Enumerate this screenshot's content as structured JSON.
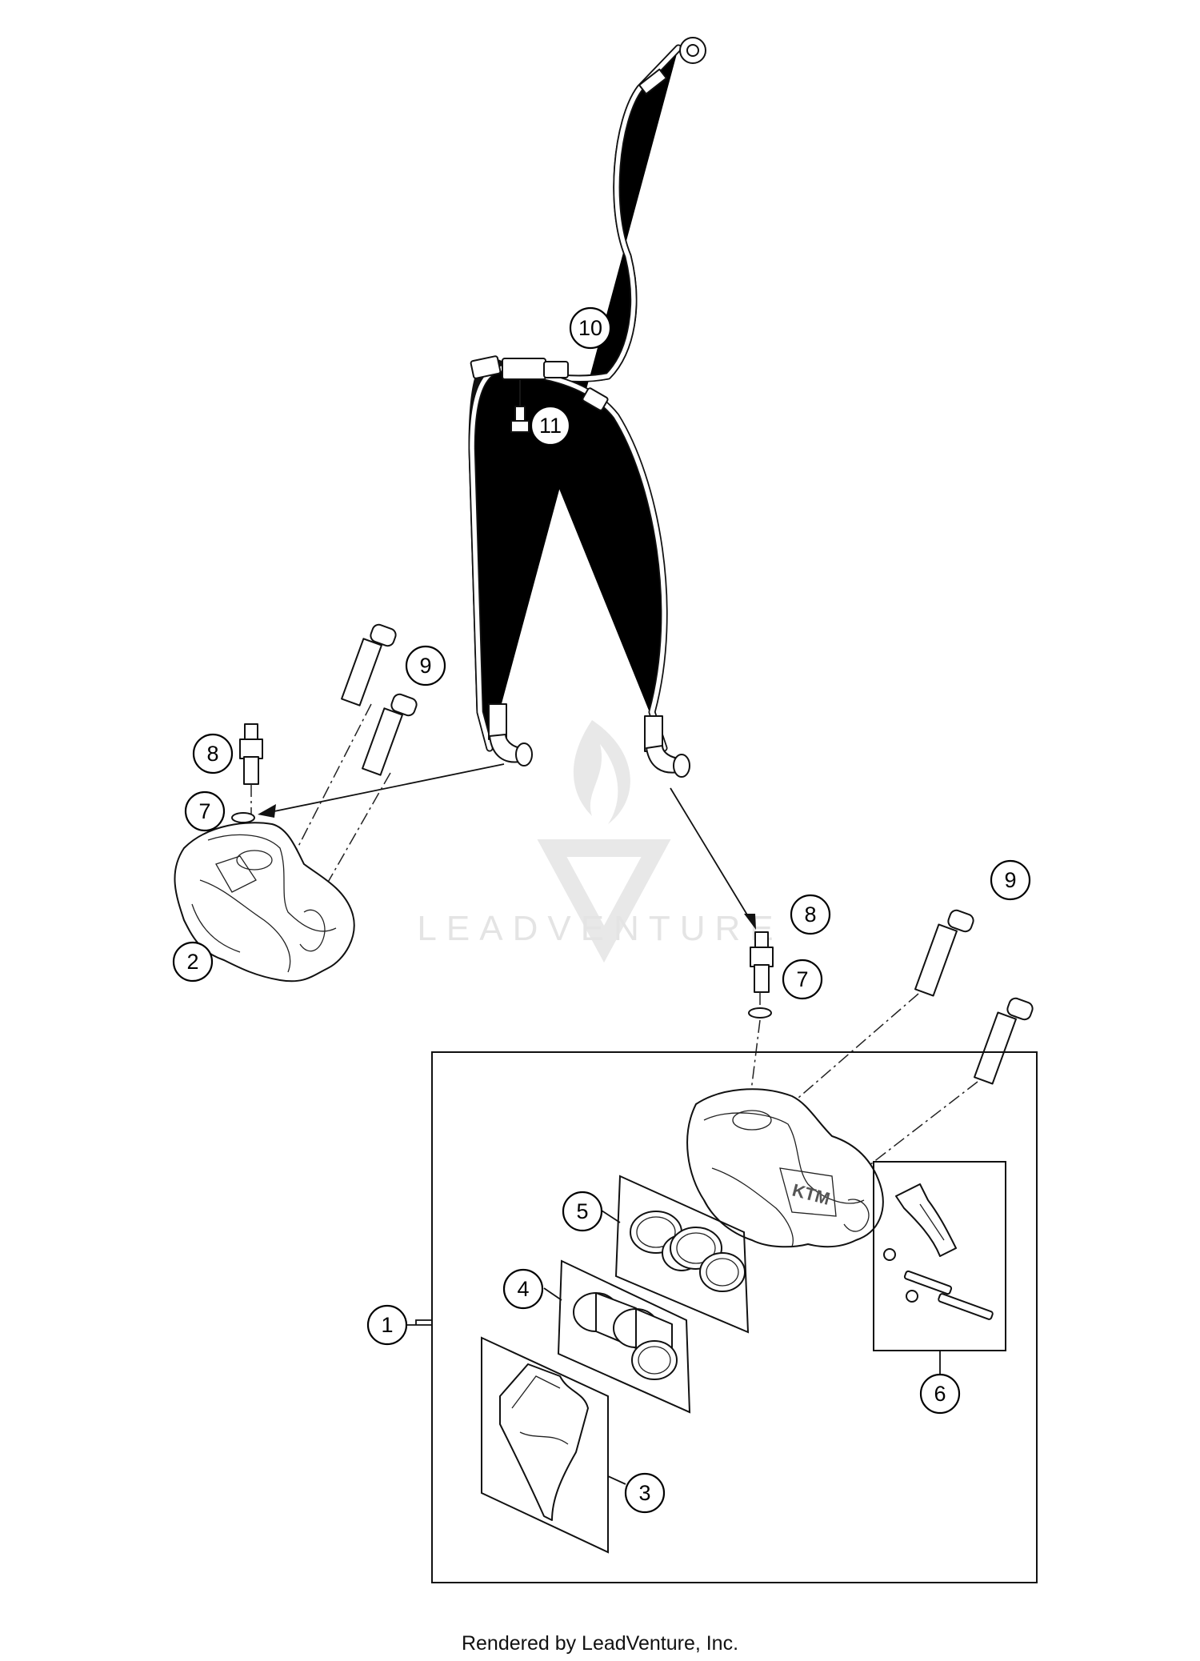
{
  "watermark": {
    "brand": "LEADVENTURE"
  },
  "footer": {
    "text": "Rendered by LeadVenture, Inc."
  },
  "callouts": {
    "c1": "1",
    "c2": "2",
    "c3": "3",
    "c4": "4",
    "c5": "5",
    "c6": "6",
    "c7a": "7",
    "c7b": "7",
    "c8a": "8",
    "c8b": "8",
    "c9a": "9",
    "c9b": "9",
    "c10": "10",
    "c11": "11"
  }
}
